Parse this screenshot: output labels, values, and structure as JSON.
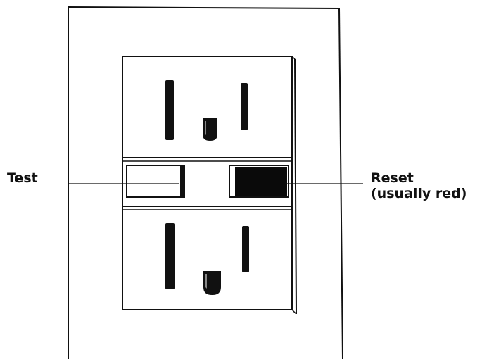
{
  "labels": {
    "test": "Test",
    "reset_line1": "Reset",
    "reset_line2": "(usually red)"
  },
  "colors": {
    "stroke": "#111111",
    "reset_button_fill": "#0a0a0a",
    "background": "#ffffff"
  }
}
